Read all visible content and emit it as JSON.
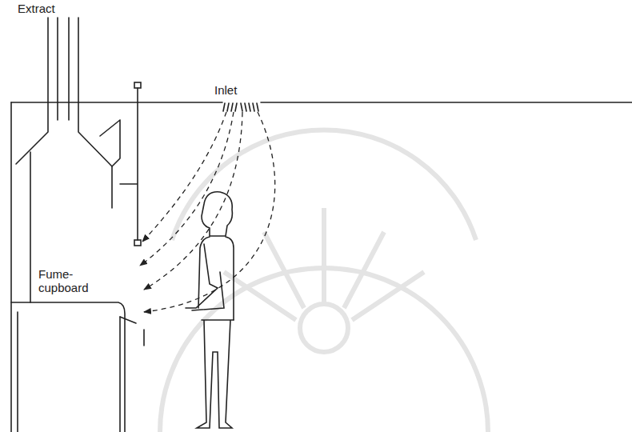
{
  "diagram": {
    "labels": [
      "Extract",
      "Inlet",
      "Fume- cupboard"
    ]
  }
}
